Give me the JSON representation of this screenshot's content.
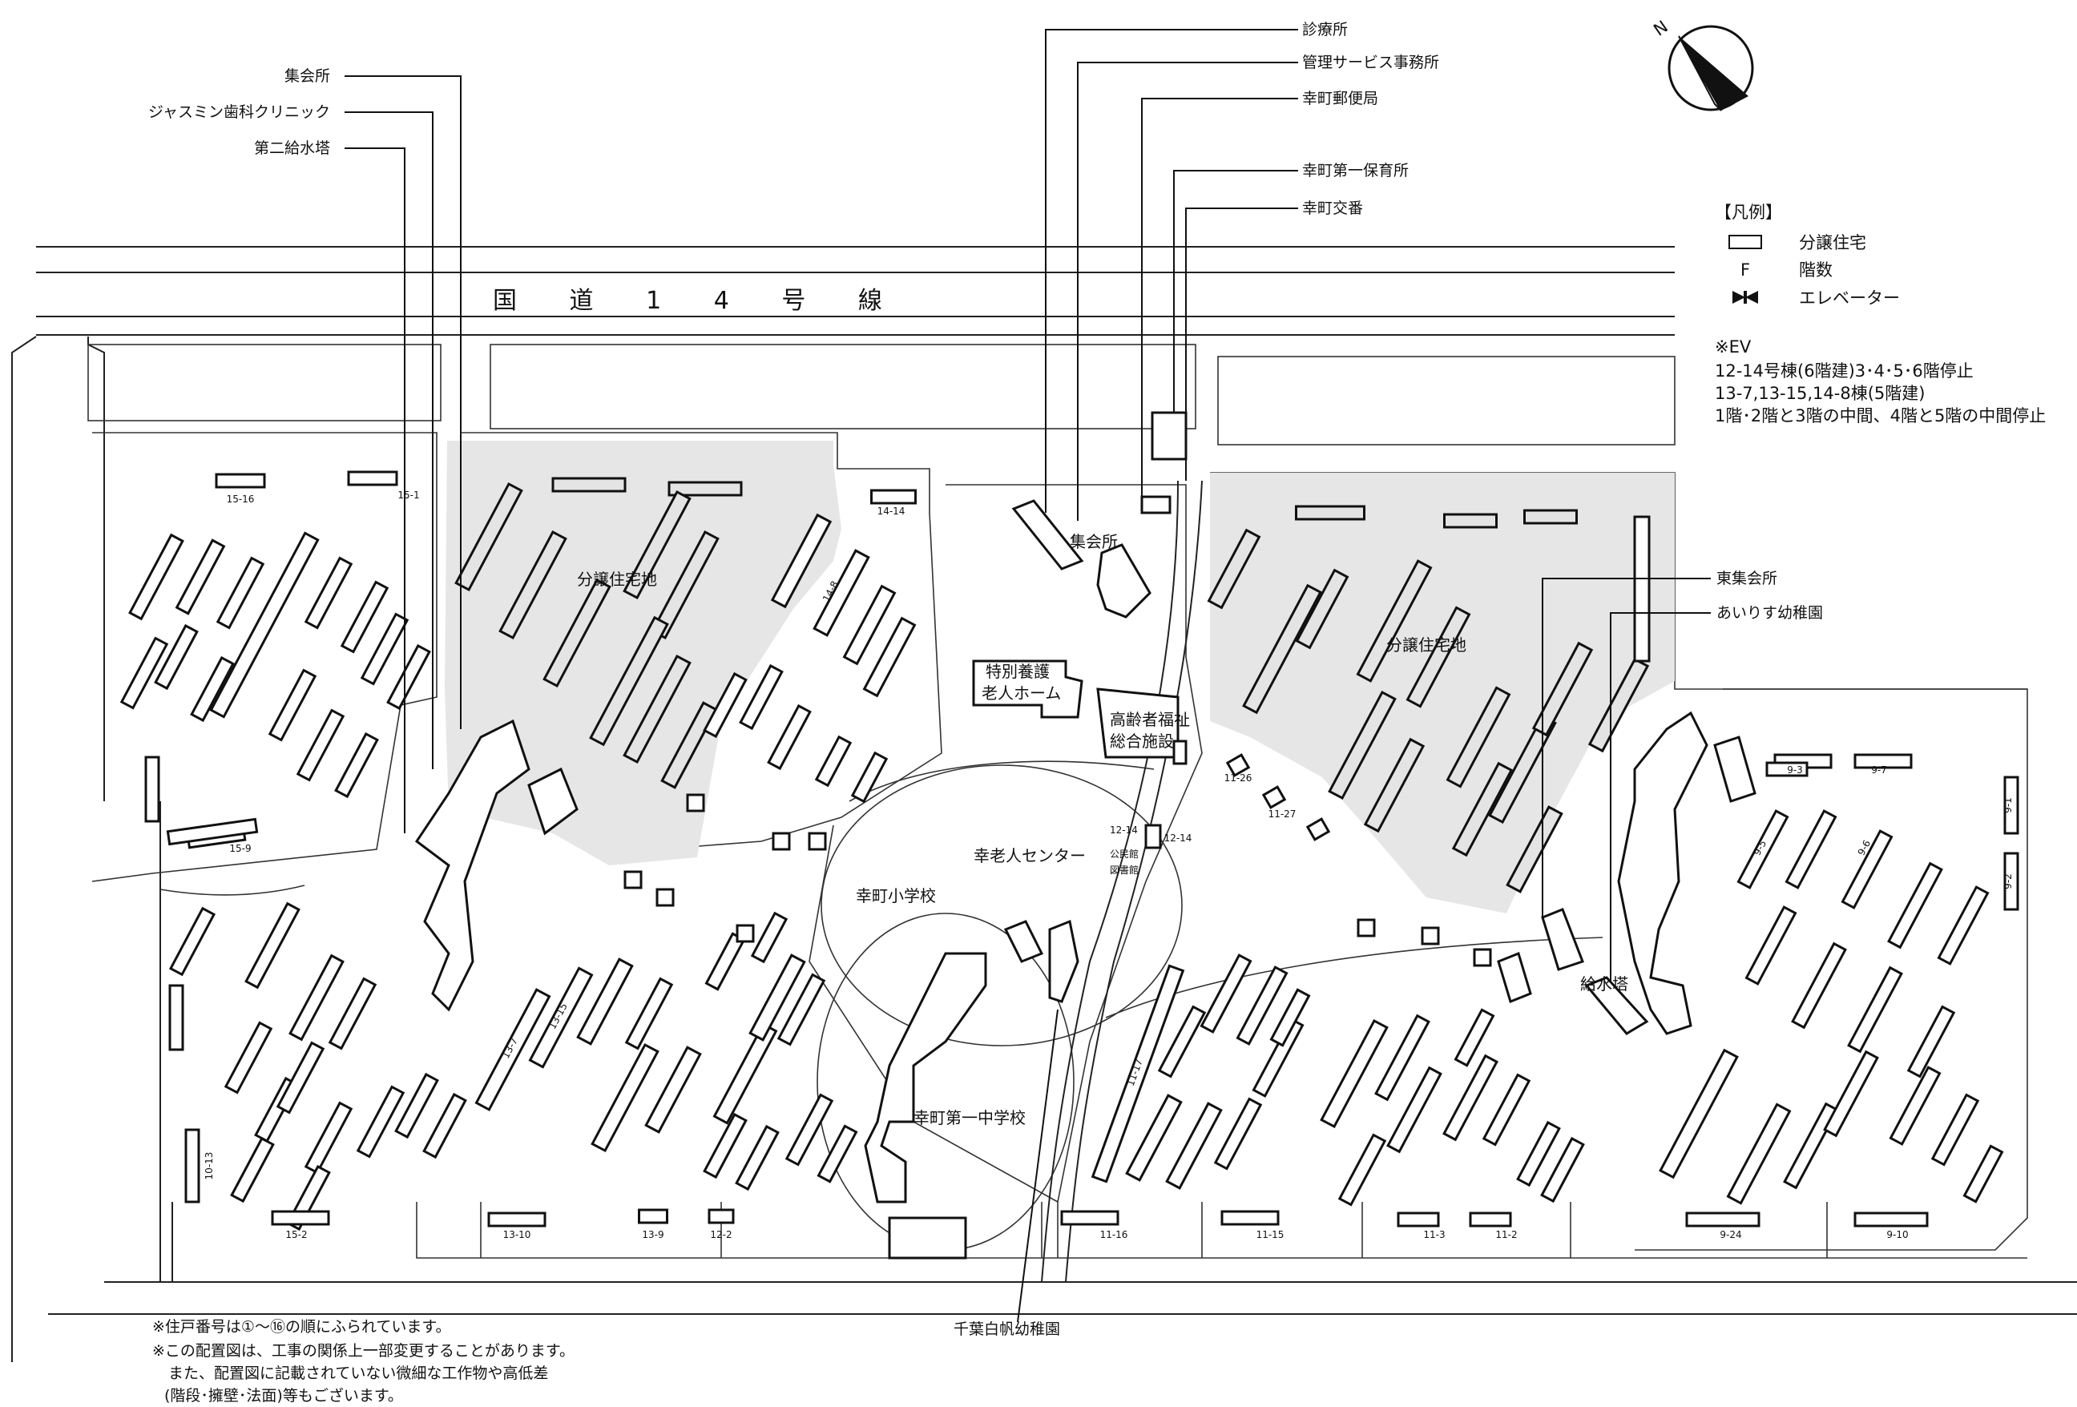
{
  "road_label": "国 道 1 4 号 線",
  "north_label": "N",
  "top_leaders": [
    {
      "label": "集会所"
    },
    {
      "label": "ジャスミン歯科クリニック"
    },
    {
      "label": "第二給水塔"
    }
  ],
  "top_right_leaders": [
    {
      "label": "診療所"
    },
    {
      "label": "管理サービス事務所"
    },
    {
      "label": "幸町郵便局"
    },
    {
      "label": "幸町第一保育所"
    },
    {
      "label": "幸町交番"
    }
  ],
  "right_leaders": [
    {
      "label": "東集会所"
    },
    {
      "label": "あいりす幼稚園"
    }
  ],
  "bottom_leader": {
    "label": "千葉白帆幼稚園"
  },
  "legend": {
    "title": "【凡例】",
    "items": [
      {
        "symbol": "rect",
        "label": "分譲住宅"
      },
      {
        "symbol": "F",
        "label": "階数"
      },
      {
        "symbol": "elevator",
        "label": "エレベーター"
      }
    ],
    "ev_title": "※EV",
    "ev_lines": [
      "12-14号棟(6階建)3･4･5･6階停止",
      "13-7,13-15,14-8棟(5階建)",
      "1階･2階と3階の中間、4階と5階の中間停止"
    ]
  },
  "notes": [
    "※住戸番号は①～⑯の順にふられています。",
    "※この配置図は、工事の関係上一部変更することがあります。",
    "また、配置図に記載されていない微細な工作物や高低差",
    "(階段･擁壁･法面)等もございます。"
  ],
  "facilities": {
    "bunjo_left": "分譲住宅地",
    "bunjo_right": "分譲住宅地",
    "shukaisho": "集会所",
    "tokubetsu_1": "特別養護",
    "tokubetsu_2": "老人ホーム",
    "koreisha_1": "高齢者福祉",
    "koreisha_2": "総合施設",
    "roujin_center": "幸老人センター",
    "elementary": "幸町小学校",
    "junior_high": "幸町第一中学校",
    "kyusuijo": "給水塔",
    "library_1": "12-14",
    "library_2": "公民館",
    "library_3": "図書館"
  },
  "building_labels": [
    "15-16",
    "15-1",
    "15-9",
    "15-2",
    "13-10",
    "13-9",
    "12-2",
    "14-14",
    "11-16",
    "11-15",
    "11-3",
    "11-2",
    "9-24",
    "9-10",
    "10-13",
    "13-7",
    "13-15",
    "14-8",
    "12-14",
    "11-17",
    "11-26",
    "11-27",
    "9-3",
    "9-6",
    "9-7",
    "9-1",
    "9-2",
    "9-5"
  ]
}
